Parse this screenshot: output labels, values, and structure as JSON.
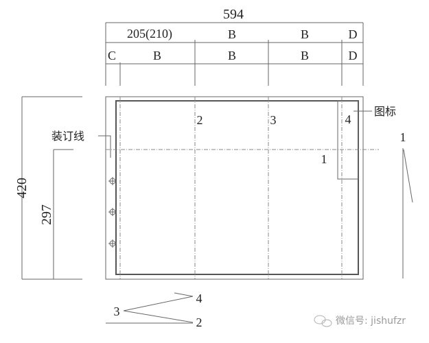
{
  "drawing": {
    "title_dimension": "594",
    "top_row": [
      "205(210)",
      "B",
      "B",
      "D"
    ],
    "second_row": [
      "C",
      "B",
      "B",
      "B",
      "D"
    ],
    "height_outer": "420",
    "height_inner": "297",
    "binding_line_label": "装订线",
    "title_block_label": "图标",
    "fold_numbers": {
      "n1_inner": "1",
      "n2": "2",
      "n3": "3",
      "n4": "4",
      "n1_side": "1"
    },
    "fold_sequence": {
      "start": "3",
      "upper": "4",
      "lower": "2"
    },
    "watermark": "微信号: jishufzr",
    "colors": {
      "line": "#666666",
      "border": "#555555",
      "text": "#222222"
    }
  }
}
